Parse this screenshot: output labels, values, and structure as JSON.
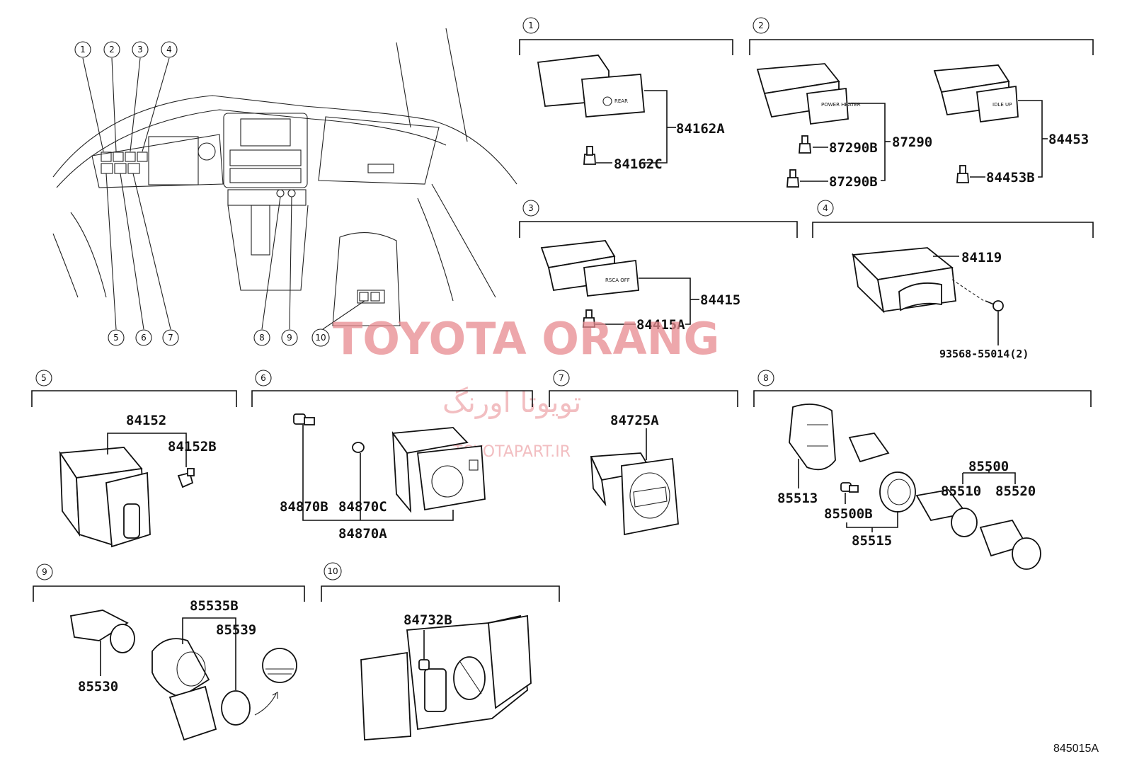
{
  "circles": {
    "c1": "1",
    "c2": "2",
    "c3": "3",
    "c4": "4",
    "c5": "5",
    "c6": "6",
    "c7": "7",
    "c8": "8",
    "c9": "9",
    "c10": "10"
  },
  "overview_callouts": [
    "1",
    "2",
    "3",
    "4",
    "5",
    "6",
    "7",
    "8",
    "9",
    "10"
  ],
  "sections": {
    "s1": {
      "parts": [
        "84162A",
        "84162C"
      ],
      "switch_text": "REAR"
    },
    "s2": {
      "parts": [
        "87290B",
        "87290",
        "87290B",
        "84453",
        "84453B"
      ],
      "switch_text_a": "POWER HEATER",
      "switch_text_b": "IDLE UP"
    },
    "s3": {
      "parts": [
        "84415",
        "84415A"
      ],
      "switch_text": "RSCA OFF"
    },
    "s4": {
      "parts": [
        "84119",
        "93568-55014(2)"
      ]
    },
    "s5": {
      "parts": [
        "84152",
        "84152B"
      ]
    },
    "s6": {
      "parts": [
        "84870B",
        "84870C",
        "84870A"
      ]
    },
    "s7": {
      "parts": [
        "84725A"
      ]
    },
    "s8": {
      "parts": [
        "85500",
        "85510",
        "85520",
        "85513",
        "85500B",
        "85515"
      ]
    },
    "s9": {
      "parts": [
        "85535B",
        "85539",
        "85530"
      ]
    },
    "s10": {
      "parts": [
        "84732B"
      ]
    }
  },
  "watermark": {
    "brand": "TOYOTA ORANG",
    "persian": "تویوتا اورنگ",
    "site": "TOYOTAPART.IR"
  },
  "figure_code": "845015A"
}
